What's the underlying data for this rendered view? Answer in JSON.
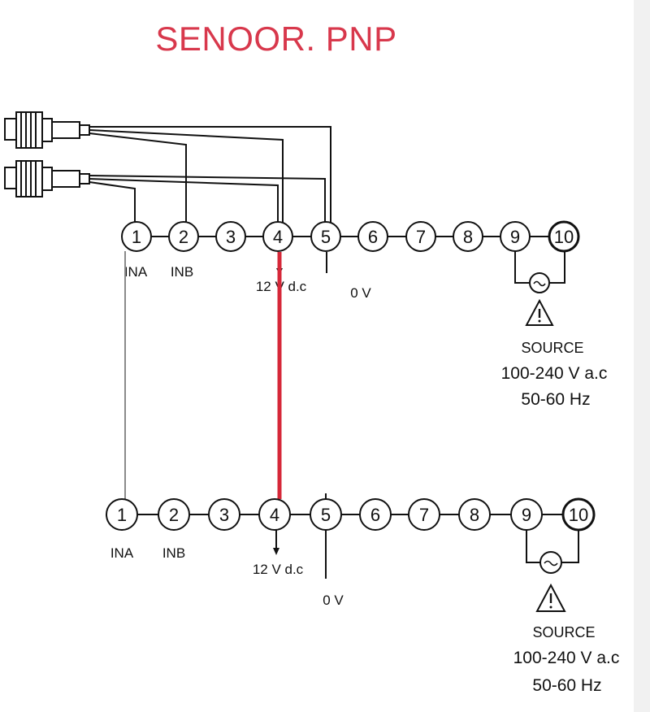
{
  "title": "SENOOR. PNP",
  "colors": {
    "accent_red": "#d8384c",
    "wire_red": "#d62839",
    "wire_black": "#111111",
    "wire_gray": "#8a8a8a"
  },
  "icons": [
    "proximity-sensor-icon",
    "warning-triangle-icon",
    "ac-source-icon"
  ],
  "top_unit": {
    "terminals": [
      "1",
      "2",
      "3",
      "4",
      "5",
      "6",
      "7",
      "8",
      "9",
      "10"
    ],
    "label_ina": "INA",
    "label_inb": "INB",
    "label_12v": "12 V d.c",
    "label_0v": "0 V",
    "source_title": "SOURCE",
    "source_voltage": "100-240 V a.c",
    "source_freq": "50-60 Hz"
  },
  "bottom_unit": {
    "terminals": [
      "1",
      "2",
      "3",
      "4",
      "5",
      "6",
      "7",
      "8",
      "9",
      "10"
    ],
    "label_ina": "INA",
    "label_inb": "INB",
    "label_12v": "12 V d.c",
    "label_0v": "0 V",
    "source_title": "SOURCE",
    "source_voltage": "100-240 V a.c",
    "source_freq": "50-60 Hz"
  }
}
